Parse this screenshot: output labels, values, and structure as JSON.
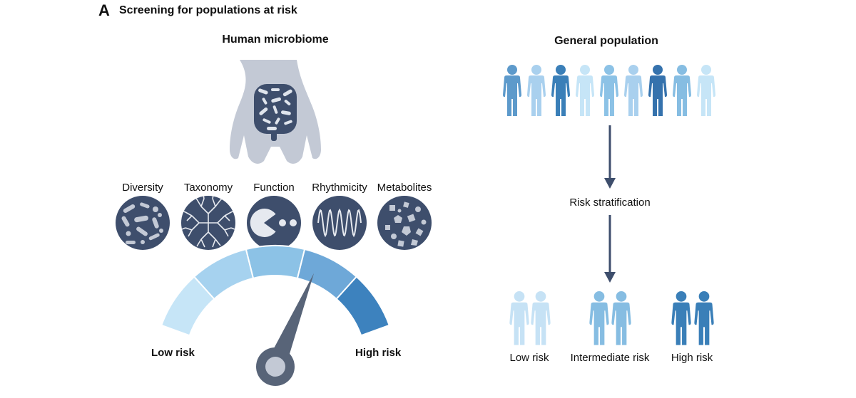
{
  "panel": {
    "letter": "A",
    "title": "Screening for populations at risk"
  },
  "left": {
    "heading": "Human microbiome",
    "features": [
      {
        "label": "Diversity",
        "icon": "diversity-icon"
      },
      {
        "label": "Taxonomy",
        "icon": "taxonomy-icon"
      },
      {
        "label": "Function",
        "icon": "function-icon"
      },
      {
        "label": "Rhythmicity",
        "icon": "rhythmicity-icon"
      },
      {
        "label": "Metabolites",
        "icon": "metabolites-icon"
      }
    ],
    "gauge": {
      "low_label": "Low risk",
      "high_label": "High risk",
      "needle_level_fraction": 0.66
    }
  },
  "right": {
    "heading": "General population",
    "step_label": "Risk stratification",
    "groups": [
      {
        "label": "Low risk",
        "color": "#c6e2f5"
      },
      {
        "label": "Intermediate risk",
        "color": "#86bde2"
      },
      {
        "label": "High risk",
        "color": "#3a7fb8"
      }
    ]
  },
  "colors": {
    "dark_navy": "#3e4e6c",
    "body_gray": "#c3c9d5",
    "gauge_segments": [
      "#c6e5f7",
      "#a6d2ef",
      "#8cc2e6",
      "#6ea8d8",
      "#3d82be"
    ],
    "population": [
      "#5d9acb",
      "#a9d0ee",
      "#3a7fb8",
      "#c6e5f7",
      "#8cc2e6",
      "#a9d0ee",
      "#3572ad",
      "#86bde2",
      "#c6e5f7"
    ]
  }
}
